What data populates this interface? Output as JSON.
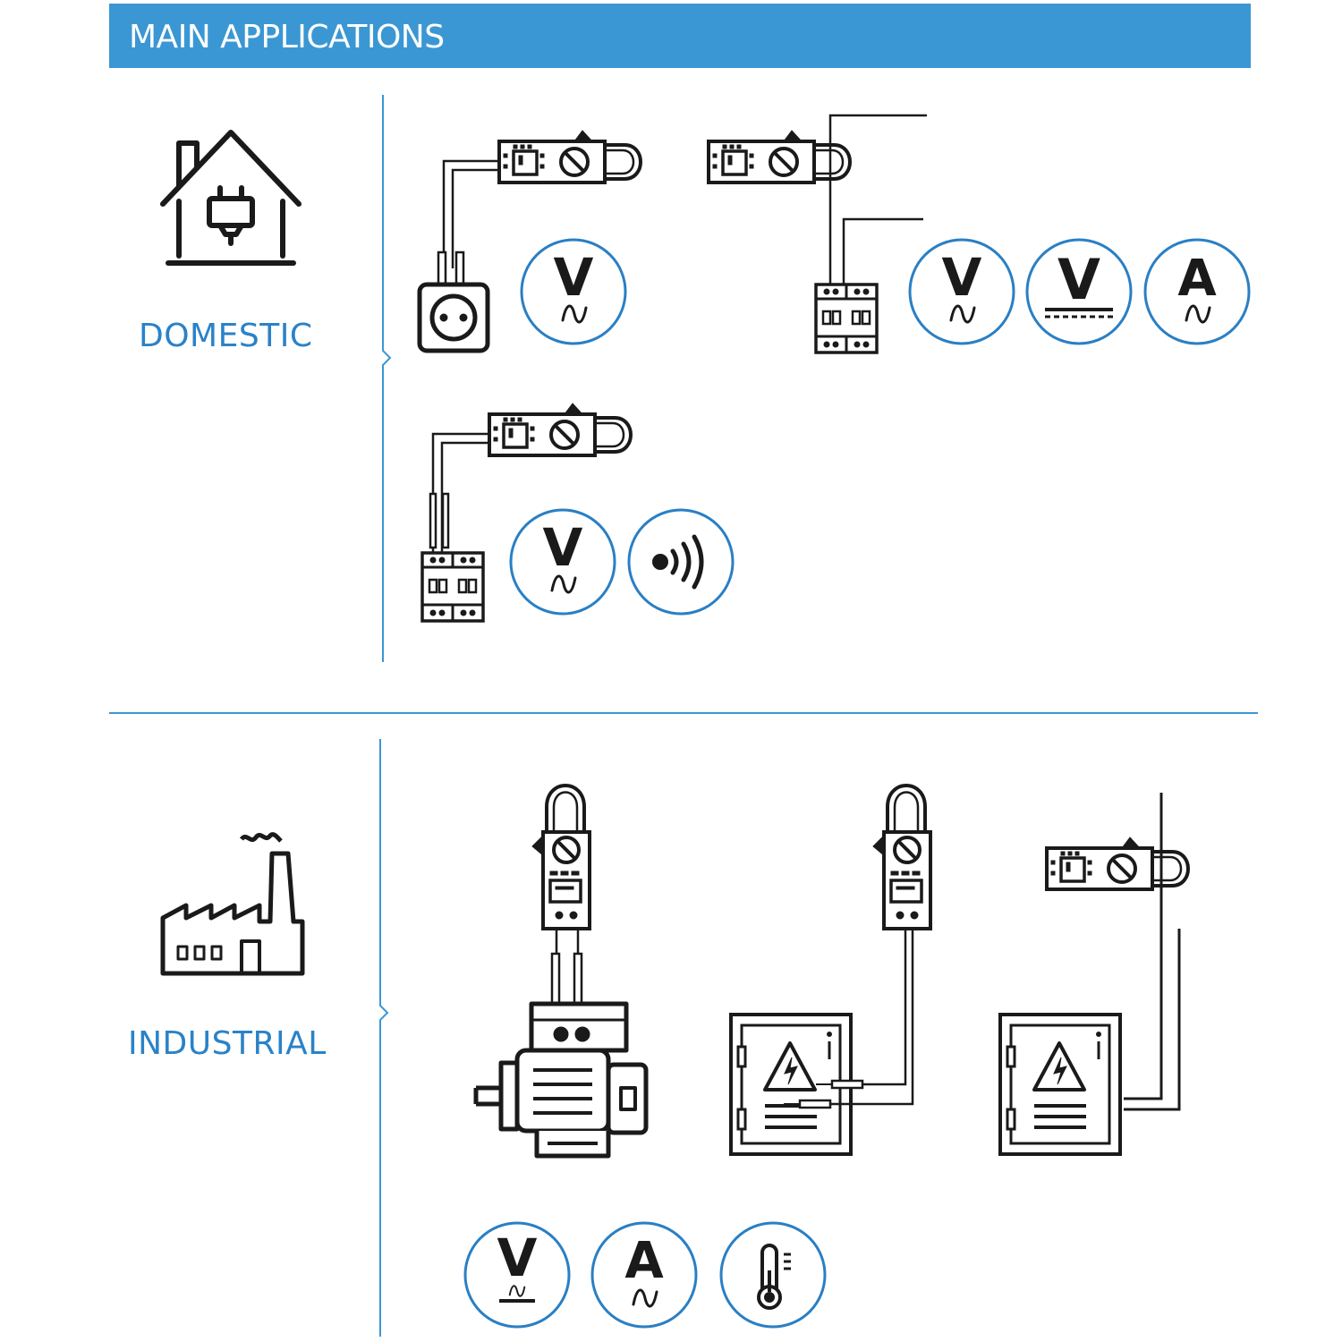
{
  "header": {
    "title": "MAIN APPLICATIONS"
  },
  "sections": [
    {
      "label": "DOMESTIC",
      "icon": "house-plug-icon"
    },
    {
      "label": "INDUSTRIAL",
      "icon": "factory-icon"
    }
  ],
  "badges": {
    "domestic_socket": [
      "voltage-ac-icon"
    ],
    "domestic_breaker": [
      "voltage-ac-icon",
      "voltage-dc-icon",
      "current-ac-icon"
    ],
    "domestic_continuity": [
      "voltage-ac-icon",
      "continuity-icon"
    ],
    "industrial": [
      "voltage-ac-dc-icon",
      "current-ac-icon",
      "temperature-icon"
    ]
  },
  "badge_text": {
    "volt": "V",
    "amp": "A"
  },
  "colors": {
    "accent": "#3b97d3",
    "label": "#2a82c8",
    "line": "#1a1a1a",
    "circle": "#2a7fc4"
  }
}
